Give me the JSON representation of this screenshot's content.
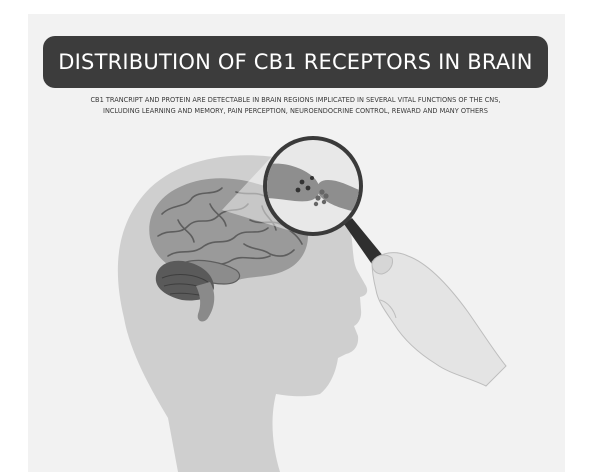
{
  "title": "DISTRIBUTION OF CB1 RECEPTORS IN BRAIN",
  "subtitle_lines": [
    "CB1 TRANCRIPT AND PROTEIN ARE DETECTABLE IN BRAIN REGIONS IMPLICATED IN SEVERAL VITAL FUNCTIONS OF THE CNS,",
    "INCLUDING LEARNING AND MEMORY, PAIN PERCEPTION, NEUROENDOCRINE CONTROL, REWARD AND MANY OTHERS"
  ],
  "colors": {
    "panel_background": "#f2f2f2",
    "banner": "#3c3c3c",
    "banner_text": "#ffffff",
    "head": "#cfcfcf",
    "brain": "#9a9a9a",
    "cerebellum": "#5a5a5a",
    "hand": "#e4e4e4"
  },
  "icons": {
    "head": "human-head-silhouette",
    "brain": "brain-illustration",
    "magnifier": "magnifying-glass-icon",
    "synapse": "synapse-illustration",
    "hand": "hand-illustration"
  }
}
